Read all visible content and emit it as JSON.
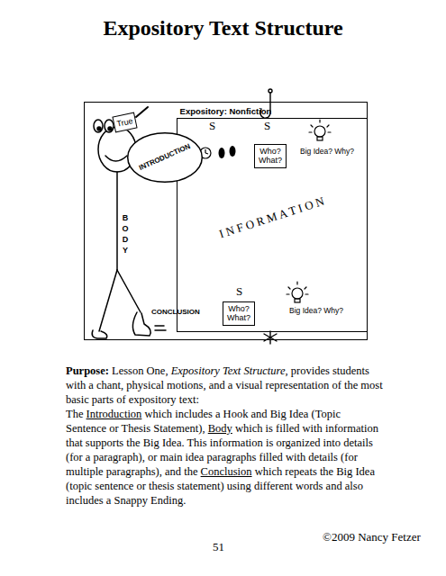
{
  "diagram": {
    "title": "Expository Text Structure",
    "nodes": [
      {
        "text": [
          "Expository: Nonfiction"
        ]
      },
      {
        "text": [
          "INTRODUCTION"
        ],
        "in": 0
      },
      {
        "text": [
          "True"
        ],
        "in": 0
      },
      {
        "text": [
          "I N F O R M A T I O N"
        ],
        "in": 0
      },
      {
        "text": [
          "Who? What?"
        ],
        "in": 3
      },
      {
        "text": [
          "Who? What?"
        ],
        "in": 3
      }
    ],
    "labels": [
      "S",
      "S",
      "Big Idea? Why?",
      "B O D Y",
      "S",
      "Big Idea? Why?",
      "CONCLUSION",
      "Purpose:",
      "Lesson One,",
      "Expository Text Structure",
      ", provides students with a chant, physical motions, and a visual representation of the most basic parts of expository text:",
      "The",
      "Introduction",
      "which includes a Hook and Big Idea (Topic Sentence or Thesis Statement),",
      "Body",
      "which is filled with information that supports the Big Idea. This information is organized into details (for a paragraph), or main idea paragraphs filled with details (for multiple paragraphs), and the",
      "Conclusion",
      "which repeats the Big Idea (topic sentence or thesis statement) using different words and also includes a Snappy Ending.",
      "51",
      "©2009 Nancy Fetzer"
    ]
  }
}
